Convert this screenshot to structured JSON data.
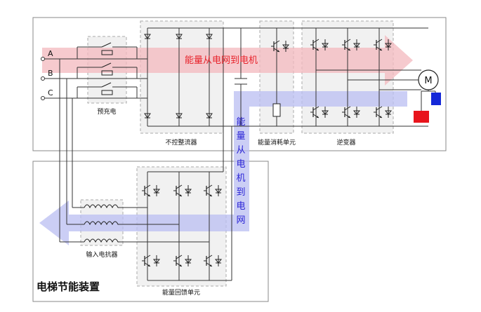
{
  "phases": [
    "A",
    "B",
    "C"
  ],
  "labels": {
    "precharge": "预充电",
    "rectifier": "不控整流器",
    "brake": "能量消耗单元",
    "inverter": "逆变器",
    "reactor": "输入电抗器",
    "feedback": "能量回馈单元",
    "device": "电梯节能装置",
    "motor": "M"
  },
  "arrows": {
    "grid_to_motor": "能量从电网到电机",
    "motor_to_grid_chars": [
      "能",
      "量",
      "从",
      "电",
      "机",
      "到",
      "电",
      "网"
    ]
  },
  "colors": {
    "red_arrow": "#f3b8bd",
    "blue_arrow": "#b9bdf2",
    "red_text": "#e8232b",
    "blue_text": "#2a23d6",
    "red_block": "#e8141c",
    "blue_block": "#1428d8"
  }
}
